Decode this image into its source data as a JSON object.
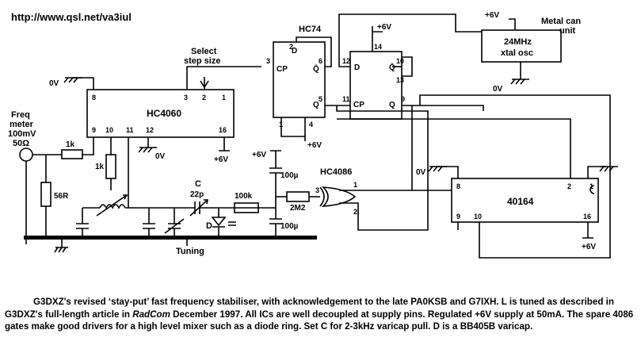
{
  "url": "http://www.qsl.net/va3iul",
  "labels": {
    "hc74": "HC74",
    "select": "Select",
    "step_size": "step size",
    "metal_can": "Metal can",
    "unit": "unit",
    "osc1": "24MHz",
    "osc2": "xtal osc",
    "hc4060": "HC4060",
    "freq": "Freq",
    "meter": "meter",
    "mv": "100mV",
    "ohm": "50Ω",
    "r1k_a": "1k",
    "r1k_b": "1k",
    "r56": "56R",
    "c_label": "C",
    "c22": "22p",
    "r100k": "100k",
    "c100u_a": "100µ",
    "c100u_b": "100µ",
    "r2m2": "2M2",
    "hc4086": "HC4086",
    "d": "D",
    "tuning": "Tuning",
    "ic40164": "40164",
    "ov_a": "0V",
    "ov_b": "0V",
    "ov_c": "0V",
    "ov_d": "0V",
    "pos_a": "+6V",
    "pos_b": "+6V",
    "pos_c": "+6V",
    "pos_d": "+6V",
    "pos_e": "+6V",
    "pos_f": "+6V",
    "pin_d1": "D",
    "pin_cp1": "CP",
    "pin_q1": "Q",
    "pin_qb1": "Q̄",
    "pin_d2": "D",
    "pin_cp2": "CP",
    "pin_q2": "Q",
    "pin_qb2": "Q̄"
  },
  "caption": {
    "part1": "G3DXZ's revised ‘stay-put’ fast frequency stabiliser, with acknowledgement to the late PA0KSB and G7IXH. L is tuned as described in G3DXZ's full-length article in ",
    "italic": "RadCom",
    "part2": " December 1997. All ICs are well decoupled at supply pins. Regulated +6V supply at 50mA. The spare 4086 gates make good drivers for a high level mixer such as a diode ring. Set C for 2-3kHz varicap pull. D is a BB405B varicap."
  }
}
